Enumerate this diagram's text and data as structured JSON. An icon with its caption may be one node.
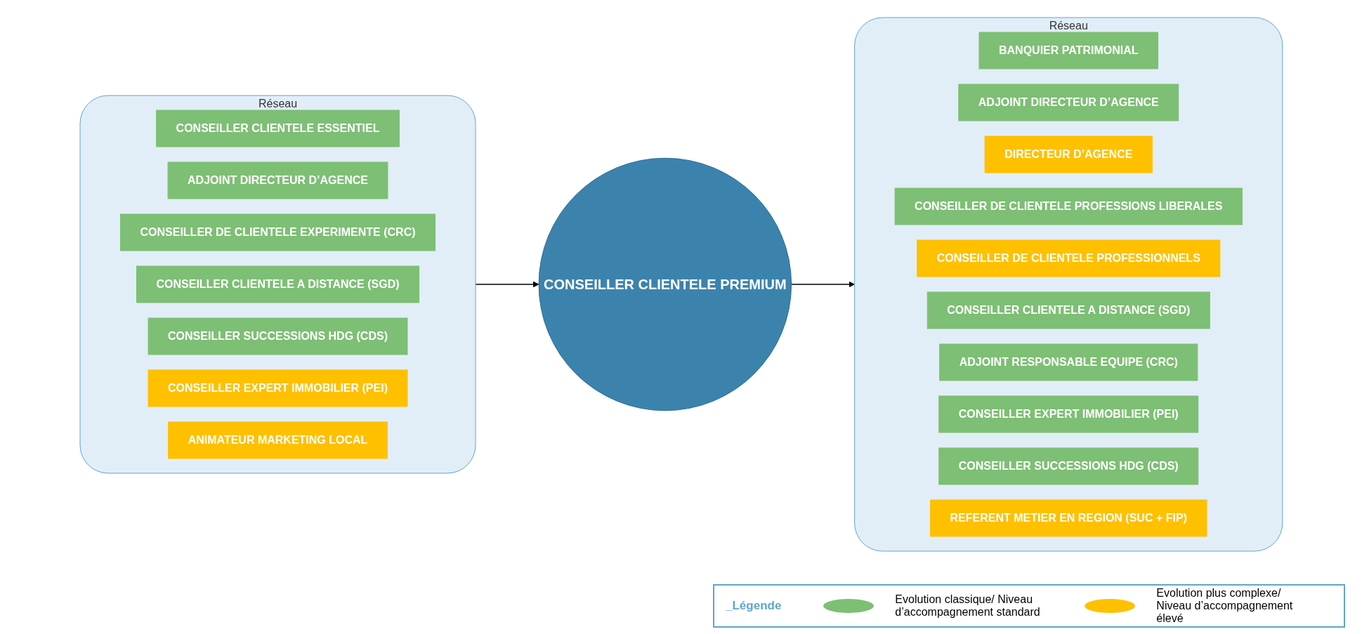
{
  "diagram": {
    "nodes": [
      {
        "text": [
          "Réseau"
        ]
      },
      {
        "text": [
          "CONSEILLER CLIENTELE ESSENTIEL"
        ],
        "in": 0
      },
      {
        "text": [
          "ADJOINT DIRECTEUR D’AGENCE"
        ],
        "in": 0
      },
      {
        "text": [
          "CONSEILLER DE CLIENTELE EXPERIMENTE (CRC)"
        ],
        "in": 0
      },
      {
        "text": [
          "CONSEILLER CLIENTELE A DISTANCE (SGD)"
        ],
        "in": 0
      },
      {
        "text": [
          "CONSEILLER SUCCESSIONS HDG (CDS)"
        ],
        "in": 0
      },
      {
        "text": [
          "CONSEILLER EXPERT IMMOBILIER (PEI)"
        ],
        "in": 0
      },
      {
        "text": [
          "ANIMATEUR MARKETING LOCAL"
        ],
        "in": 0
      },
      {
        "text": [
          "CONSEILLER CLIENTELE PREMIUM"
        ]
      },
      {
        "text": [
          "Réseau"
        ]
      },
      {
        "text": [
          "BANQUIER PATRIMONIAL"
        ],
        "in": 9
      },
      {
        "text": [
          "ADJOINT DIRECTEUR D’AGENCE"
        ],
        "in": 9
      },
      {
        "text": [
          "DIRECTEUR D’AGENCE"
        ],
        "in": 9
      },
      {
        "text": [
          "CONSEILLER DE CLIENTELE PROFESSIONS LIBERALES"
        ],
        "in": 9
      },
      {
        "text": [
          "CONSEILLER DE CLIENTELE PROFESSIONNELS"
        ],
        "in": 9
      },
      {
        "text": [
          "CONSEILLER CLIENTELE A DISTANCE (SGD)"
        ],
        "in": 9
      },
      {
        "text": [
          "ADJOINT RESPONSABLE EQUIPE (CRC)"
        ],
        "in": 9
      },
      {
        "text": [
          "CONSEILLER EXPERT IMMOBILIER (PEI)"
        ],
        "in": 9
      },
      {
        "text": [
          "CONSEILLER SUCCESSIONS HDG (CDS)"
        ],
        "in": 9
      },
      {
        "text": [
          "REFERENT METIER EN REGION (SUC + FIP)"
        ],
        "in": 9
      }
    ],
    "edges": [
      {
        "from": 0,
        "to": 8,
        "arrow": "to"
      },
      {
        "from": 8,
        "to": 9,
        "arrow": "to"
      }
    ],
    "labels": [
      "_Légende"
    ],
    "legend": [
      {
        "text": "Evolution classique/ Niveau d’accompagnement standard",
        "color": "#7dbf74"
      },
      {
        "text": "Evolution plus complexe/ Niveau d’accompagnement élevé",
        "color": "#ffc000"
      }
    ]
  }
}
